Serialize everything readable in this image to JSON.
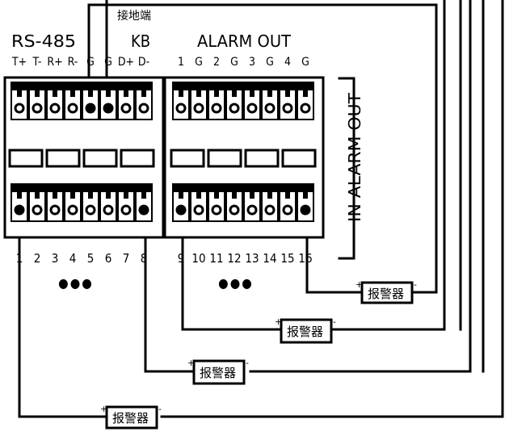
{
  "labels": {
    "ground": "接地端",
    "rs485": "RS-485",
    "kb": "KB",
    "alarm_out": "ALARM OUT",
    "side_label": "IN ALARM OUT",
    "dots_left": "●●●",
    "dots_right": "●●●"
  },
  "top_pins": [
    "T+",
    "T-",
    "R+",
    "R-",
    "G",
    "G",
    "D+",
    "D-",
    "1",
    "G",
    "2",
    "G",
    "3",
    "G",
    "4",
    "G"
  ],
  "bottom_pins": [
    "1",
    "2",
    "3",
    "4",
    "5",
    "6",
    "7",
    "8",
    "9",
    "10",
    "11",
    "12",
    "13",
    "14",
    "15",
    "16"
  ],
  "alarms": [
    {
      "label": "报警器",
      "plus": "+",
      "minus": "-"
    },
    {
      "label": "报警器",
      "plus": "+",
      "minus": "-"
    },
    {
      "label": "报警器",
      "plus": "+",
      "minus": "-"
    },
    {
      "label": "报警器",
      "plus": "+",
      "minus": "-"
    }
  ]
}
